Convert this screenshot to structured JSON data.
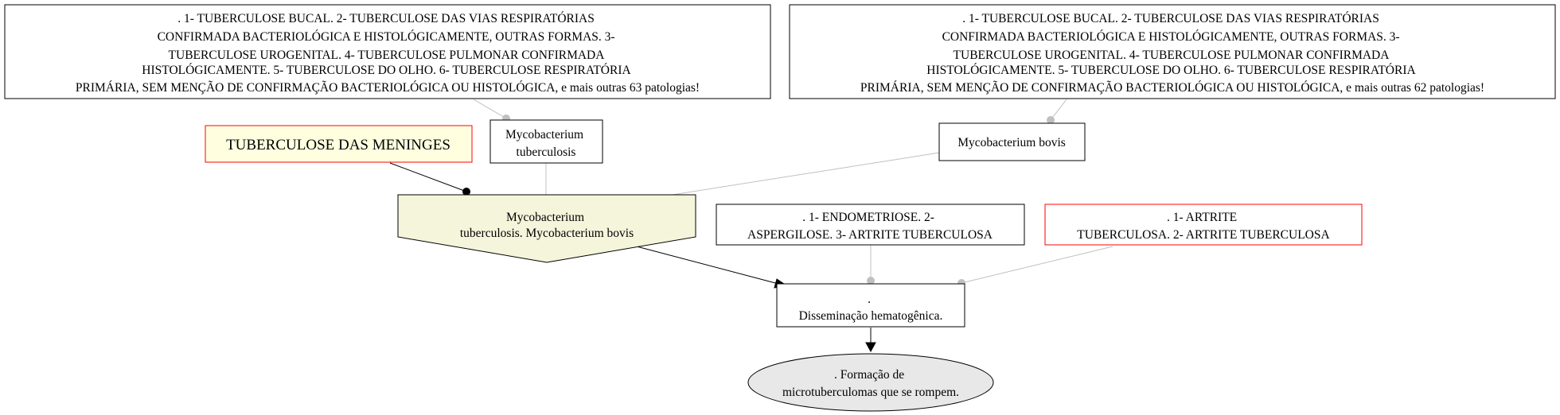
{
  "diagram": {
    "nodes": {
      "note_left": {
        "lines": [
          ". 1- TUBERCULOSE BUCAL. 2- TUBERCULOSE DAS VIAS RESPIRATÓRIAS",
          "CONFIRMADA BACTERIOLÓGICA E HISTOLÓGICAMENTE, OUTRAS FORMAS. 3-",
          "TUBERCULOSE UROGENITAL. 4- TUBERCULOSE PULMONAR CONFIRMADA",
          "HISTOLÓGICAMENTE. 5- TUBERCULOSE DO OLHO. 6- TUBERCULOSE RESPIRATÓRIA",
          "PRIMÁRIA, SEM MENÇÃO DE CONFIRMAÇÃO BACTERIOLÓGICA OU HISTOLÓGICA, e mais outras 63 patologias!"
        ]
      },
      "note_right": {
        "lines": [
          ". 1- TUBERCULOSE BUCAL. 2- TUBERCULOSE DAS VIAS RESPIRATÓRIAS",
          "CONFIRMADA BACTERIOLÓGICA E HISTOLÓGICAMENTE, OUTRAS FORMAS. 3-",
          "TUBERCULOSE UROGENITAL. 4- TUBERCULOSE PULMONAR CONFIRMADA",
          "HISTOLÓGICAMENTE. 5- TUBERCULOSE DO OLHO. 6- TUBERCULOSE RESPIRATÓRIA",
          "PRIMÁRIA, SEM MENÇÃO DE CONFIRMAÇÃO BACTERIOLÓGICA OU HISTOLÓGICA, e mais outras 62 patologias!"
        ]
      },
      "meninges": {
        "lines": [
          "TUBERCULOSE DAS MENINGES"
        ]
      },
      "m_tuberculosis": {
        "lines": [
          "Mycobacterium",
          "tuberculosis"
        ]
      },
      "m_bovis": {
        "lines": [
          "Mycobacterium bovis"
        ]
      },
      "agent_combined": {
        "lines": [
          "Mycobacterium",
          "tuberculosis. Mycobacterium bovis"
        ]
      },
      "endometriose": {
        "lines": [
          ". 1- ENDOMETRIOSE. 2-",
          "ASPERGILOSE. 3- ARTRITE TUBERCULOSA"
        ]
      },
      "artrite": {
        "lines": [
          ". 1- ARTRITE",
          "TUBERCULOSA. 2- ARTRITE TUBERCULOSA"
        ]
      },
      "disseminacao": {
        "lines": [
          ".",
          "Disseminação hematogênica."
        ]
      },
      "formacao": {
        "lines": [
          ". Formação de",
          "microtuberculomas que se rompem."
        ]
      }
    },
    "colors": {
      "stroke": "#000000",
      "highlight_border": "#ff0000",
      "yellow_fill": "#ffffe0",
      "agent_fill": "#f5f5dc",
      "ellipse_fill": "#e8e8e8",
      "faint_edge": "#c0c0c0"
    }
  }
}
